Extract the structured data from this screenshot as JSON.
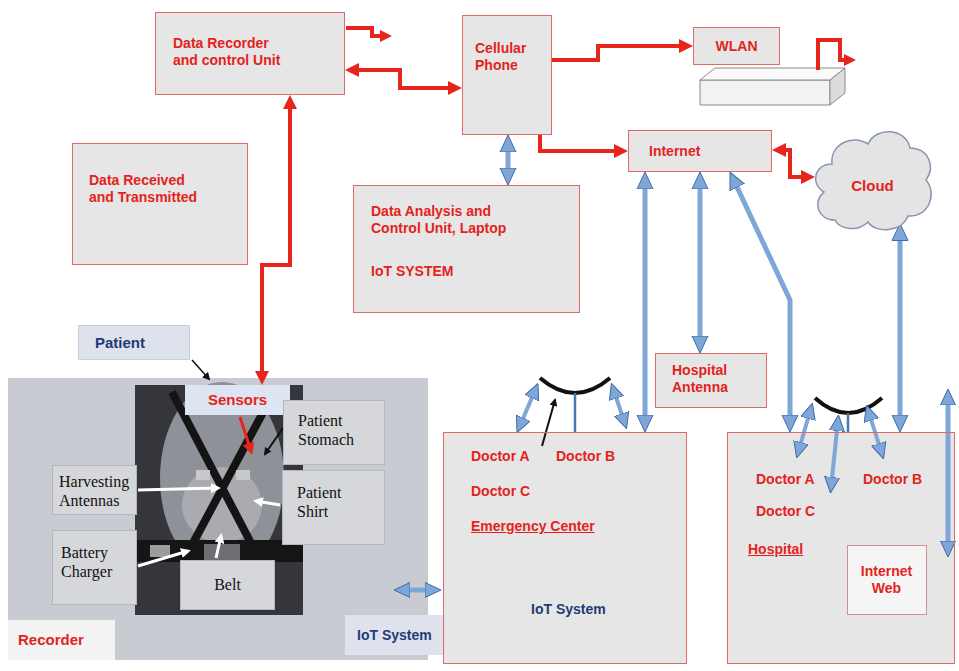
{
  "diagram": {
    "nodes": [
      {
        "text": [
          "Data Recorder and control Unit"
        ]
      },
      {
        "text": [
          "Cellular Phone"
        ]
      },
      {
        "text": [
          "WLAN"
        ]
      },
      {
        "text": [
          "Data Received and Transmitted"
        ]
      },
      {
        "text": [
          "Internet"
        ]
      },
      {
        "text": [
          "Cloud"
        ]
      },
      {
        "text": [
          "Data Analysis and Control Unit, Laptop",
          "IoT SYSTEM"
        ]
      },
      {
        "text": [
          "Patient"
        ]
      },
      {
        "text": [
          "Sensors"
        ]
      },
      {
        "text": [
          "Hospital Antenna"
        ]
      },
      {
        "text": [
          "Patient Stomach"
        ]
      },
      {
        "text": [
          "Harvesting Antennas"
        ]
      },
      {
        "text": [
          "Patient Shirt"
        ]
      },
      {
        "text": [
          "Battery Charger"
        ]
      },
      {
        "text": [
          "Belt"
        ]
      },
      {
        "text": [
          "Recorder"
        ]
      },
      {
        "text": [
          "IoT System"
        ]
      },
      {
        "text": [
          "Doctor A",
          "Doctor B",
          "Doctor C",
          "Emergency Center",
          "IoT System"
        ]
      },
      {
        "text": [
          "Doctor A",
          "Doctor B",
          "Doctor C",
          "Hospital"
        ]
      },
      {
        "text": [
          "Internet Web"
        ],
        "in": 18
      }
    ],
    "edges": [
      {
        "from": 0,
        "to": 1,
        "arrow": "both"
      },
      {
        "from": 1,
        "to": 2,
        "arrow": "to"
      },
      {
        "from": 1,
        "to": 6,
        "arrow": "both"
      },
      {
        "from": 1,
        "to": 4,
        "arrow": "to"
      },
      {
        "from": 4,
        "to": 5,
        "arrow": "both"
      },
      {
        "from": 0,
        "to": 8,
        "arrow": "both"
      },
      {
        "from": 4,
        "to": 17,
        "arrow": "both"
      },
      {
        "from": 4,
        "to": 9,
        "arrow": "both"
      },
      {
        "from": 4,
        "to": 18,
        "arrow": "both"
      },
      {
        "from": 5,
        "to": 18,
        "arrow": "both"
      }
    ]
  }
}
